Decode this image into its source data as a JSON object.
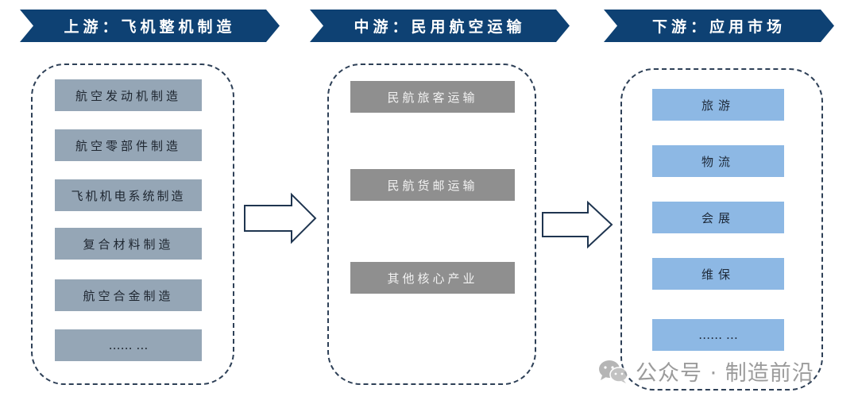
{
  "colors": {
    "banner": "#0e4173",
    "dashed_border": "#2e4057",
    "upstream_box": "#95a6b6",
    "midstream_box": "#8f8f8f",
    "downstream_box": "#8db8e4",
    "arrow_stroke": "#1f3550"
  },
  "stages": [
    {
      "title": "上游：飞机整机制造",
      "items": [
        "航空发动机制造",
        "航空零部件制造",
        "飞机机电系统制造",
        "复合材料制造",
        "航空合金制造",
        "…… …"
      ]
    },
    {
      "title": "中游：民用航空运输",
      "items": [
        "民航旅客运输",
        "民航货邮运输",
        "其他核心产业"
      ]
    },
    {
      "title": "下游：应用市场",
      "items": [
        "旅游",
        "物流",
        "会展",
        "维保",
        "…… …"
      ]
    }
  ],
  "watermark": {
    "icon": "wechat-icon",
    "text": "公众号 · 制造前沿"
  }
}
